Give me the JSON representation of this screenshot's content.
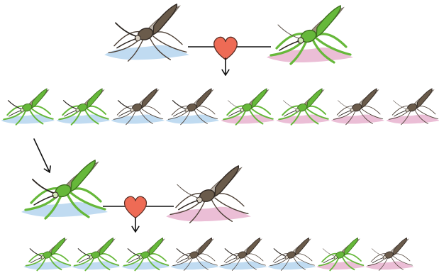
{
  "diagram": {
    "palette": {
      "shadow_blue": "#b9d7ef",
      "shadow_pink": "#e9b7d1",
      "mosquito_green": "#66b83a",
      "mosquito_green_dark": "#3c6e1d",
      "mosquito_body": "#6a5b4b",
      "mosquito_body_dark": "#2f2722",
      "wing": "#b9b0a7",
      "heart": "#ee6b55",
      "line": "#111111"
    },
    "generations": [
      {
        "parents": [
          {
            "variant": "wild",
            "sex": "male"
          },
          {
            "variant": "modified",
            "sex": "female"
          }
        ],
        "offspring": [
          {
            "variant": "modified",
            "sex": "male"
          },
          {
            "variant": "modified",
            "sex": "male"
          },
          {
            "variant": "wild",
            "sex": "male"
          },
          {
            "variant": "wild",
            "sex": "male"
          },
          {
            "variant": "modified",
            "sex": "female"
          },
          {
            "variant": "modified",
            "sex": "female"
          },
          {
            "variant": "wild",
            "sex": "female"
          },
          {
            "variant": "wild",
            "sex": "female"
          }
        ]
      },
      {
        "parents": [
          {
            "variant": "modified",
            "sex": "male"
          },
          {
            "variant": "wild",
            "sex": "female"
          }
        ],
        "offspring": [
          {
            "variant": "modified",
            "sex": "male"
          },
          {
            "variant": "modified",
            "sex": "male"
          },
          {
            "variant": "modified",
            "sex": "male"
          },
          {
            "variant": "wild",
            "sex": "male"
          },
          {
            "variant": "wild",
            "sex": "male"
          },
          {
            "variant": "wild",
            "sex": "male"
          },
          {
            "variant": "modified",
            "sex": "female"
          },
          {
            "variant": "wild",
            "sex": "female"
          }
        ]
      }
    ]
  }
}
